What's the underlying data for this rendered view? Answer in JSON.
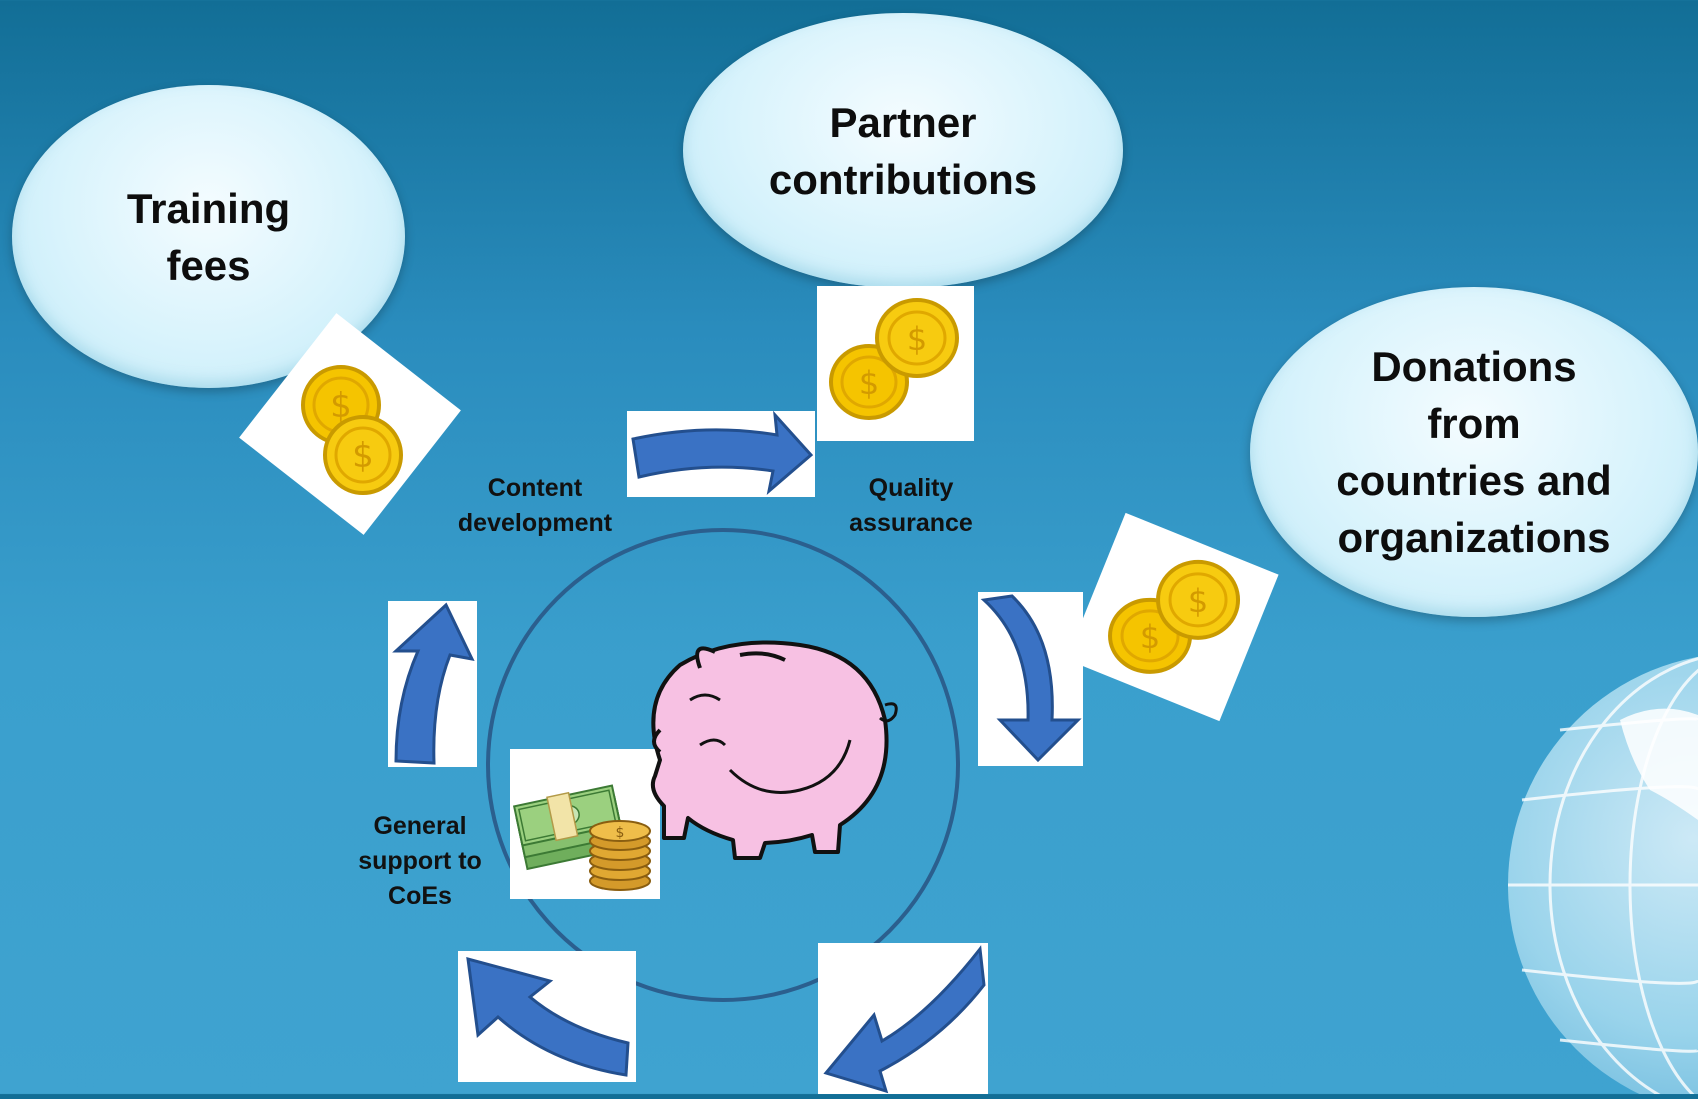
{
  "sources": {
    "training_fees": "Training\nfees",
    "partner_contributions": "Partner\ncontributions",
    "donations": "Donations\nfrom\ncountries and\norganizations"
  },
  "cycle": {
    "content_development": "Content\ndevelopment",
    "quality_assurance": "Quality\nassurance",
    "general_support": "General\nsupport to\nCoEs"
  },
  "colors": {
    "arrow": "#3a72c4",
    "bubble": "#d8f3fc",
    "coin": "#f5c400",
    "pig": "#f7c1e3",
    "circle": "#2b5f8e"
  },
  "icons": {
    "coins": "gold-coins-icon",
    "cash": "cash-stack-icon",
    "piggy": "piggy-bank-icon",
    "globe": "globe-icon"
  }
}
